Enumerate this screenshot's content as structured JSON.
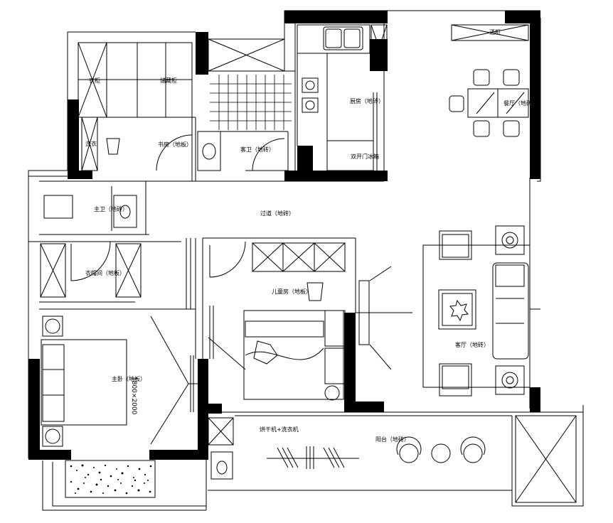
{
  "rooms": {
    "storage": "衣柜",
    "cabinet_top": "储藏柜",
    "bathroom_sink": "洗衣",
    "study": "书房（地板）",
    "guest_bath": "客卫（地砖）",
    "kitchen": "厨房（地砖）",
    "fridge": "双开门冰箱",
    "wine": "酒柜",
    "dining": "餐厅（地砖）",
    "corridor": "过道（地砖）",
    "master_bath": "主卫（地砖）",
    "cloakroom": "衣帽间（地板）",
    "kids_room": "儿童房（地板）",
    "living": "客厅（地砖）",
    "master_bedroom": "主卧（地板）",
    "bed_size": "1800×2000",
    "laundry": "烘干机+洗衣机",
    "balcony": "阳台（地砖）"
  }
}
